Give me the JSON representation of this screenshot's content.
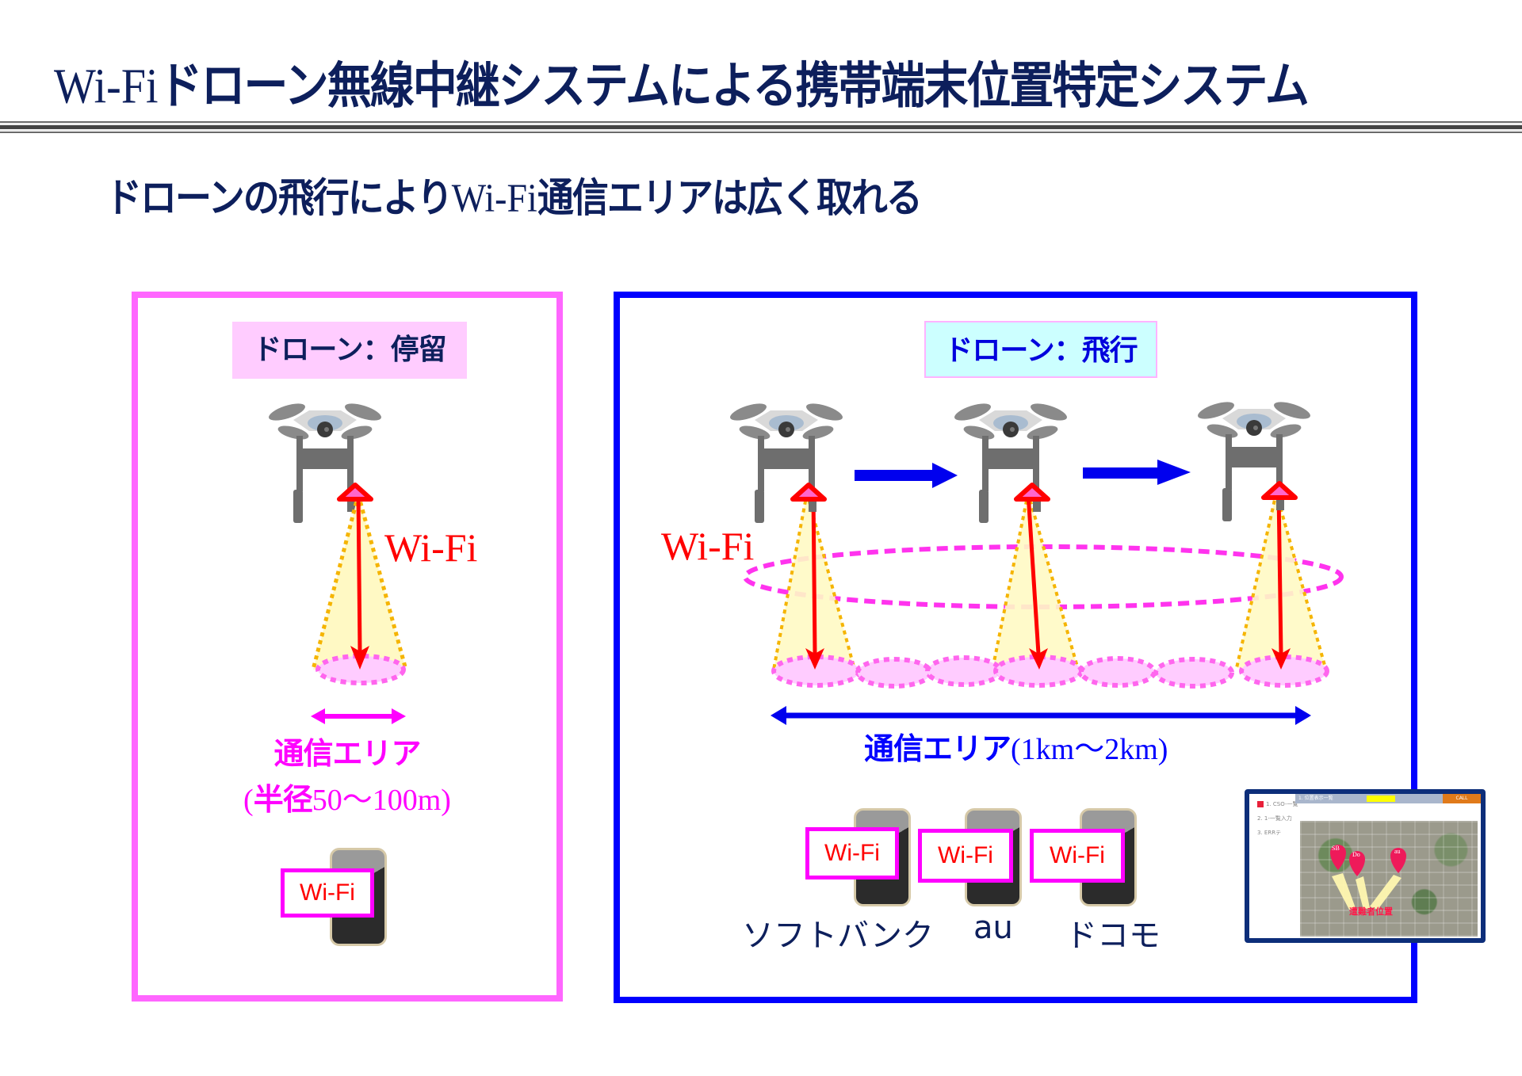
{
  "header": {
    "title_prefix": "Wi-Fi",
    "title_main": "ドローン無線中継システムによる携帯端末位置特定システム"
  },
  "subtitle": {
    "part1": "ドローンの飛行により",
    "part2": "Wi-Fi",
    "part3": "通信エリアは広く取れる"
  },
  "left_panel": {
    "label": "ドローン：停留",
    "wifi_label": "Wi-Fi",
    "area_title": "通信エリア",
    "area_detail_open": "(",
    "area_detail_bold": "半径",
    "area_detail_range": "50〜100m)",
    "phone_tag": "Wi-Fi",
    "border_color": "#ff66ff"
  },
  "right_panel": {
    "label": "ドローン：飛行",
    "wifi_label": "Wi-Fi",
    "area_title": "通信エリア",
    "area_detail": "(1km〜2km)",
    "border_color": "#0000ff",
    "phones": [
      {
        "tag": "Wi-Fi",
        "carrier": "ソフトバンク"
      },
      {
        "tag": "Wi-Fi",
        "carrier": "au"
      },
      {
        "tag": "Wi-Fi",
        "carrier": "ドコモ"
      }
    ],
    "drone_count": 3
  },
  "app_screenshot": {
    "sidebar_items": [
      "1. CSO-一覧",
      "2. 1-一覧入力",
      "3. ERRテ"
    ],
    "top_bar": "1. 位置表示一覧",
    "call_button": "CALL",
    "map_pins": [
      "SB",
      "Do",
      "au"
    ],
    "map_caption": "遭難者位置"
  },
  "colors": {
    "title_navy": "#0d1f5c",
    "magenta": "#ff00ff",
    "blue": "#0000ff",
    "red": "#ff0000"
  }
}
